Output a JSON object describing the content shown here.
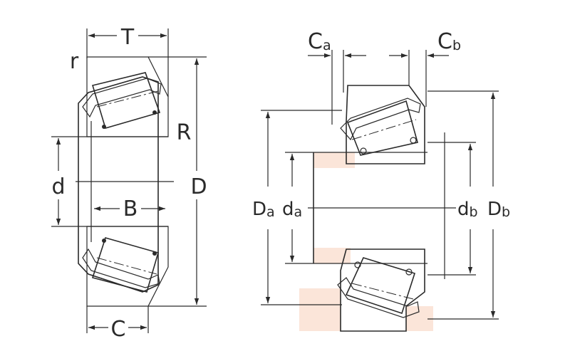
{
  "colors": {
    "ring": "#fbe5d9",
    "line": "#2a2a2a",
    "background": "#ffffff"
  },
  "labels": {
    "T": "T",
    "r": "r",
    "R": "R",
    "d": "d",
    "D": "D",
    "B": "B",
    "C": "C",
    "Ca_main": "C",
    "Ca_sub": "a",
    "Cb_main": "C",
    "Cb_sub": "b",
    "Da_main": "D",
    "Da_sub": "a",
    "da_main": "d",
    "da_sub": "a",
    "db_main": "d",
    "db_sub": "b",
    "Db_main": "D",
    "Db_sub": "b"
  }
}
